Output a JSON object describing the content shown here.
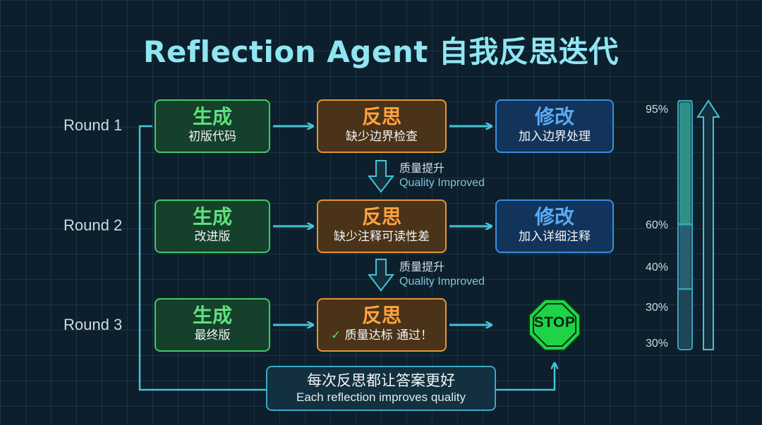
{
  "title": "Reflection Agent 自我反思迭代",
  "rounds": [
    {
      "label": "Round 1",
      "generate": {
        "head": "生成",
        "sub": "初版代码"
      },
      "reflect": {
        "head": "反思",
        "sub": "缺少边界检查"
      },
      "modify": {
        "head": "修改",
        "sub": "加入边界处理"
      }
    },
    {
      "label": "Round 2",
      "generate": {
        "head": "生成",
        "sub": "改进版"
      },
      "reflect": {
        "head": "反思",
        "sub": "缺少注释可读性差"
      },
      "modify": {
        "head": "修改",
        "sub": "加入详细注释"
      }
    },
    {
      "label": "Round 3",
      "generate": {
        "head": "生成",
        "sub": "最终版"
      },
      "reflect": {
        "head": "反思",
        "check": "✓",
        "sub": "质量达标 通过！"
      },
      "stop": "STOP"
    }
  ],
  "quality_improved": [
    {
      "zh": "质量提升",
      "en": "Quality Improved"
    },
    {
      "zh": "质量提升",
      "en": "Quality Improved"
    }
  ],
  "quality_meter": {
    "labels": [
      "95%",
      "60%",
      "40%",
      "30%",
      "30%"
    ],
    "segments": [
      {
        "value": 95,
        "color": "#2f8f86"
      },
      {
        "value": 60,
        "color": "#285e6f"
      },
      {
        "value": 40,
        "color": "#1f4656"
      }
    ]
  },
  "footer": {
    "zh": "每次反思都让答案更好",
    "en": "Each reflection improves quality"
  },
  "colors": {
    "generate": "#43c966",
    "reflect": "#e59638",
    "modify": "#3a8fe0",
    "arrow": "#46c3d6",
    "stop": "#23d94a",
    "title": "#8fe6f2"
  }
}
